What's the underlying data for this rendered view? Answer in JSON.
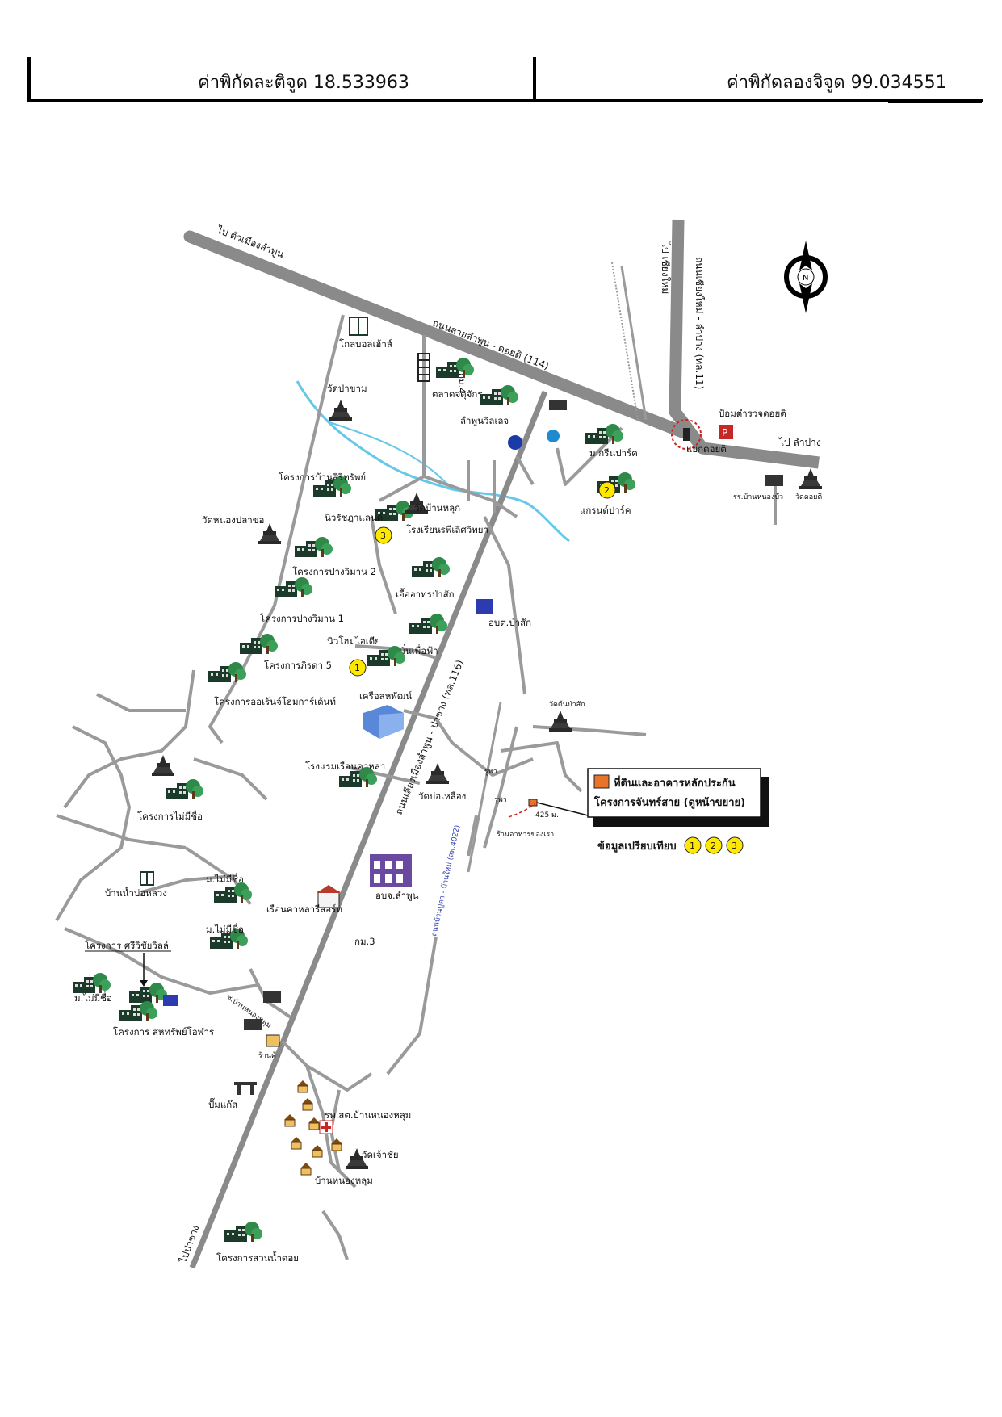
{
  "header": {
    "latitude": "ค่าพิกัดละติจูด 18.533963",
    "longitude": "ค่าพิกัดลองจิจูด 99.034551"
  },
  "roads": {
    "to_lamphun": "ไป ตัวเมืองลำพูน",
    "lamphun_doisaket": "ถนนสายลำพูน - ดอยติ (114)",
    "to_chiangmai": "ไป เชียงใหม่",
    "chiangmai_lampang": "ถนนเชียงใหม่ - ลำปาง (ทล.11)",
    "to_lampang": "ไป ลำปาง",
    "lamphun_pasang": "ถนนเลียงเมืองลำพูน - ป่าซาง (ทล.116)",
    "ban_nong_hlum_road": "ถนนบ้านปูดา - บ้านใหม่ (ลพ.4022)",
    "to_pasang": "ไปป่าซาง",
    "ban_nong_hlum_lane": "ซ.บ้านหนองหลุม",
    "km3": "กม.3",
    "km4": "กม.4",
    "distance": "425 ม."
  },
  "places": {
    "golf": "โกลบอลเฮ้าส์",
    "wat_pa_kham": "วัดป่าขาม",
    "market": "ตลาดจตุจักร",
    "lamphun_village": "ลำพูนวิลเลจ",
    "police": "ป้อมตำรวจดอยติ",
    "green_park": "ม.กรีนปาร์ค",
    "intersection": "แยกดอยติ",
    "school": "รร.บ้านหนองบัว",
    "wat_doi_ti": "วัดดอยติ",
    "siri_sap": "โครงการบ้านสิริทรัพย์",
    "grand_park": "แกรนด์ปาร์ค",
    "wat_nong_pla": "วัดหนองปลาขอ",
    "new_city": "นิวรัชฎาแลนด์",
    "wat_ban_luk": "วัดบ้านหลุก",
    "nirun_school": "โรงเรียนรพีเลิศวิทยา",
    "pang_wimarn2": "โครงการปางวิมาน 2",
    "pasak_homes": "เอื้ออาทรป่าสัก",
    "pang_wimarn1": "โครงการปางวิมาน 1",
    "obt_pasak": "อบต.ป่าสัก",
    "new_home": "นิวโฮมไอเดีย",
    "muen_phuea": "ม.มั่นเพื่อฟ้า",
    "phirada5": "โครงการภิรดา 5",
    "orange_home": "โครงการออเร้นจ์โฮมการ์เด้นท์",
    "sahaphat": "เครือสหพัฒน์",
    "wat_ton_pasak": "วัดต้นป่าสัก",
    "hotel": "โรงแรมเรือนคาหลา",
    "wat_bo_lueang": "วัดบ่อเหลือง",
    "mai_mi_chue1": "โครงการไม่มีชื่อ",
    "ban_nam_bo": "บ้านน้ำบ่อหลวง",
    "mai_mi_chue2": "ม.ไม่มีชื่อ",
    "ruean_resort": "เรือนคาหลารีสอร์ท",
    "obj_lamphun": "อบจ.ลำพูน",
    "siri_chai": "โครงการ ศรีวิชัยวิลล์",
    "mai_mi_chue3": "ม.ไม่มีชื่อ",
    "mai_mi_chue4": "ม.ไม่มีชื่อ",
    "saha_sap": "โครงการ สหทรัพย์โอฬาร",
    "shop": "ร้านค้า",
    "gas": "ปั๊มแก๊ส",
    "hospital": "รพ.สต.บ้านหนองหลุม",
    "wat_chao_chai": "วัดเจ้าชัย",
    "ban_nong_hlum": "บ้านหนองหลุม",
    "suan_nam": "โครงการสวนน้ำดอย",
    "rubber": "รูพา",
    "rubber2": "รูพา",
    "shop2": "ร้านอาหารของเรา"
  },
  "legend": {
    "line1": "ที่ดินและอาคารหลักประกัน",
    "line2": "โครงการจันทร์สาย (ดูหน้าขยาย)",
    "compare": "ข้อมูลเปรียบเทียบ",
    "m1": "1",
    "m2": "2",
    "m3": "3"
  },
  "compass": {
    "north": "N"
  },
  "colors": {
    "road": "#8a8a8a",
    "minor_road": "#9a9a9a",
    "river": "#66c8e8",
    "marker": "#ffe800",
    "subject": "#e8742a",
    "blue_label": "#2c3cb0",
    "tree": "#2f8a4a"
  }
}
